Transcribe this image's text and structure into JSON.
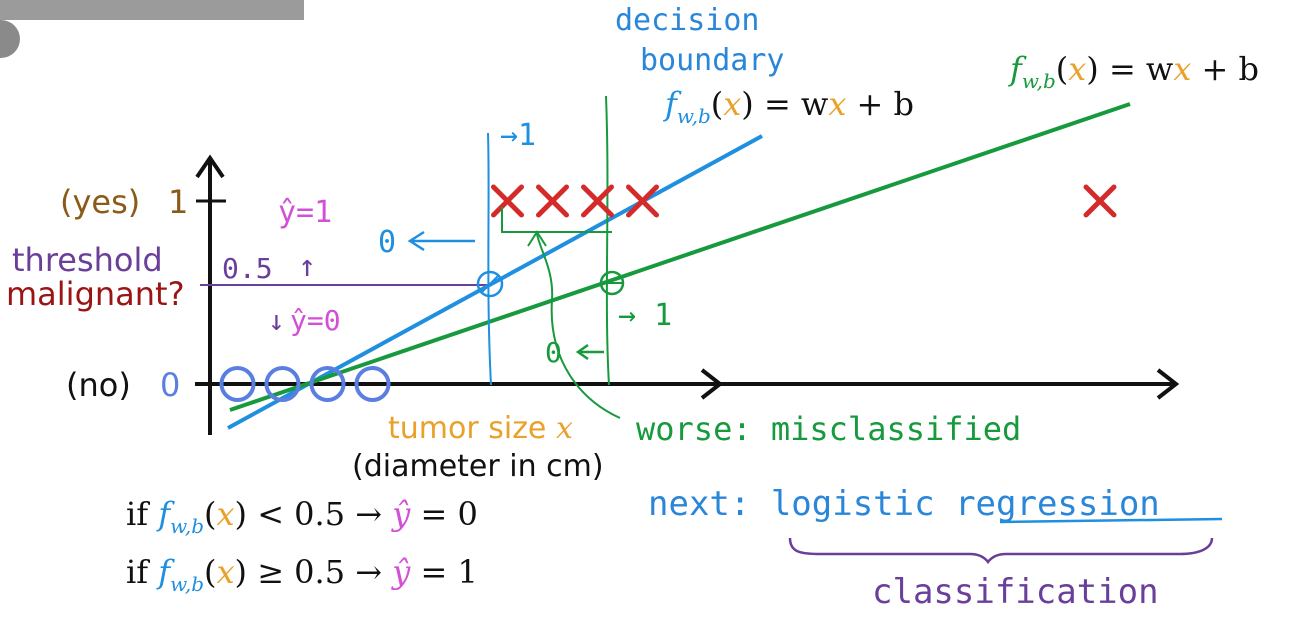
{
  "labels": {
    "decision_line1": "decision",
    "decision_line2": "boundary",
    "f_sub": "w,b",
    "x_var": "x",
    "eq_rhs_a": ") = w",
    "eq_rhs_b": " + b",
    "paren_open": "(",
    "yes_label": "(yes)",
    "yes_value": "1",
    "no_label": "(no)",
    "no_value": "0",
    "threshold_label": "threshold",
    "malignant_label": "malignant?",
    "threshold_value": "0.5",
    "yhat_eq_1": "ŷ=1",
    "yhat_eq_0": "ŷ=0",
    "up_arrow": "↑",
    "down_arrow": "↓",
    "arrow_to_1": "→1",
    "arrow_to_1b": "→ 1",
    "zero_left": "0",
    "zero_left2": "0",
    "tumor_size": "tumor size ",
    "diameter": "(diameter in cm)",
    "worse": "worse: misclassified",
    "rule1_if": "if ",
    "rule1_mid": ") < 0.5 → ",
    "rule1_end": " = 0",
    "rule2_if": "if ",
    "rule2_mid": ") ≥ 0.5 → ",
    "rule2_end": " = 1",
    "yhat": "ŷ",
    "next_prefix": "next: ",
    "logistic": "logistic",
    "regression": "regression",
    "classification": "classification"
  },
  "colors": {
    "blue": "#1f8fe0",
    "green": "#179a3d",
    "orange": "#e9a12a",
    "brown": "#8a5a16",
    "purple": "#6a3f9a",
    "red_mark": "#d42a2a",
    "dark_red": "#9a1414",
    "magenta": "#d24fd6",
    "circle_blue": "#5a7fe0",
    "teal_text": "#2a86d8",
    "black": "#111111"
  },
  "data_points": {
    "benign_sizes": [
      0.3,
      0.9,
      1.5,
      2.1
    ],
    "malignant_sizes": [
      3.9,
      4.5,
      5.1,
      5.7,
      11.8
    ]
  }
}
